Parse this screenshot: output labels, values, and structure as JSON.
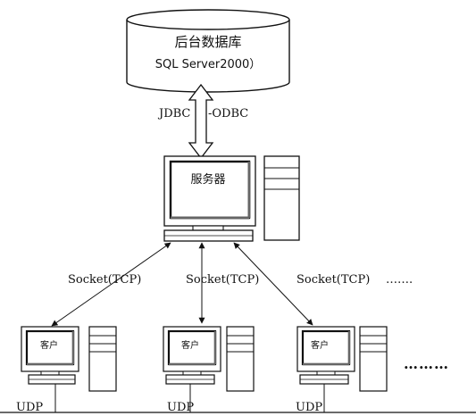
{
  "database": {
    "title": "后台数据库",
    "subtitle": "SQL Server2000）"
  },
  "connection": {
    "left_label": "JDBC",
    "right_label": "-ODBC"
  },
  "server": {
    "label": "服务器"
  },
  "links": {
    "socket_label": "Socket(TCP)",
    "ellipsis": "……."
  },
  "clients": [
    {
      "label": "客户",
      "network": "UDP"
    },
    {
      "label": "客户",
      "network": "UDP"
    },
    {
      "label": "客户",
      "network": "UDP"
    }
  ],
  "more_clients": "………",
  "colors": {
    "line": "#111111",
    "screen_fill": "#ffffff",
    "bezel_fill": "#ffffff",
    "shadow": "#666666"
  }
}
